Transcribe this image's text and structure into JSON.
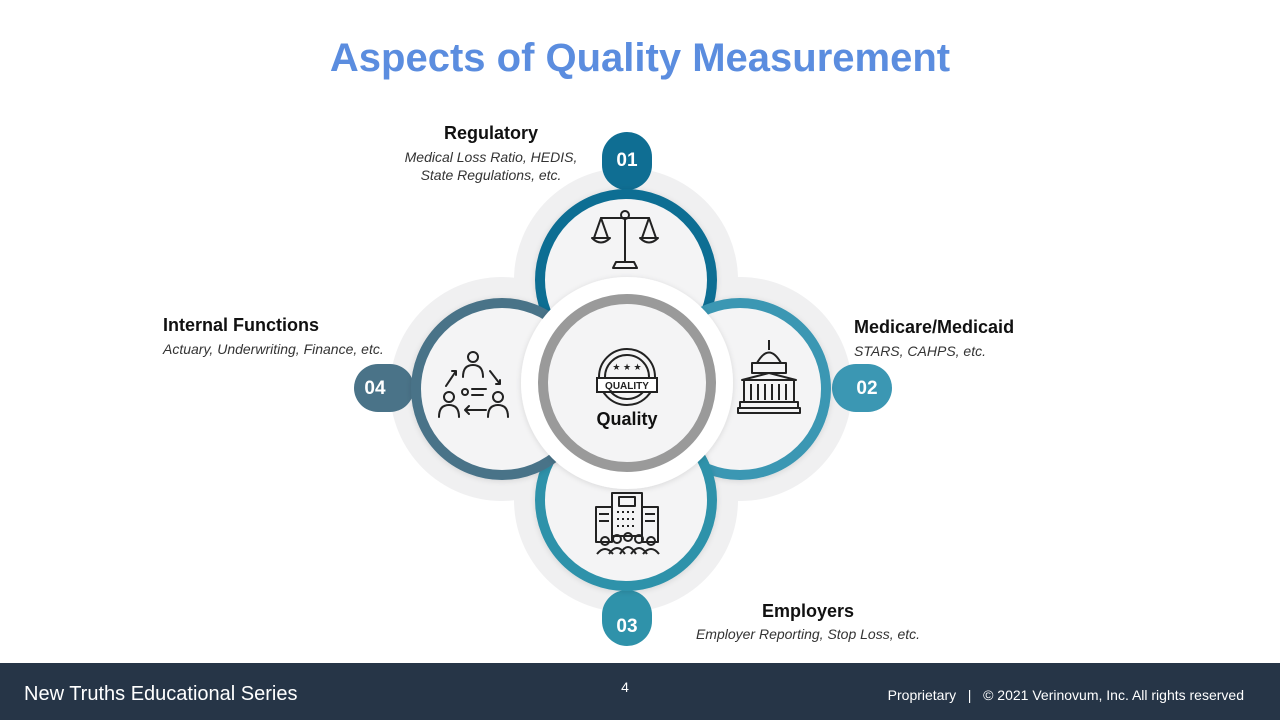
{
  "title": "Aspects of Quality Measurement",
  "center": {
    "label": "Quality",
    "badge_text": "QUALITY",
    "icon": "quality-badge-icon"
  },
  "items": [
    {
      "number": "01",
      "heading": "Regulatory",
      "sub_line1": "Medical Loss Ratio, HEDIS,",
      "sub_line2": "State Regulations, etc.",
      "icon": "scales-icon",
      "color": "#0f6e93"
    },
    {
      "number": "02",
      "heading": "Medicare/Medicaid",
      "sub_line1": "STARS, CAHPS, etc.",
      "icon": "capitol-icon",
      "color": "#3b97b3"
    },
    {
      "number": "03",
      "heading": "Employers",
      "sub_line1": "Employer Reporting, Stop Loss, etc.",
      "icon": "office-building-icon",
      "color": "#2f92aa"
    },
    {
      "number": "04",
      "heading": "Internal Functions",
      "sub_line1": "Actuary, Underwriting, Finance, etc.",
      "icon": "team-process-icon",
      "color": "#4a7388"
    }
  ],
  "footer": {
    "series": "New Truths Educational Series",
    "page": "4",
    "copyright": "Proprietary   |   © 2021 Verinovum, Inc. All rights reserved"
  }
}
